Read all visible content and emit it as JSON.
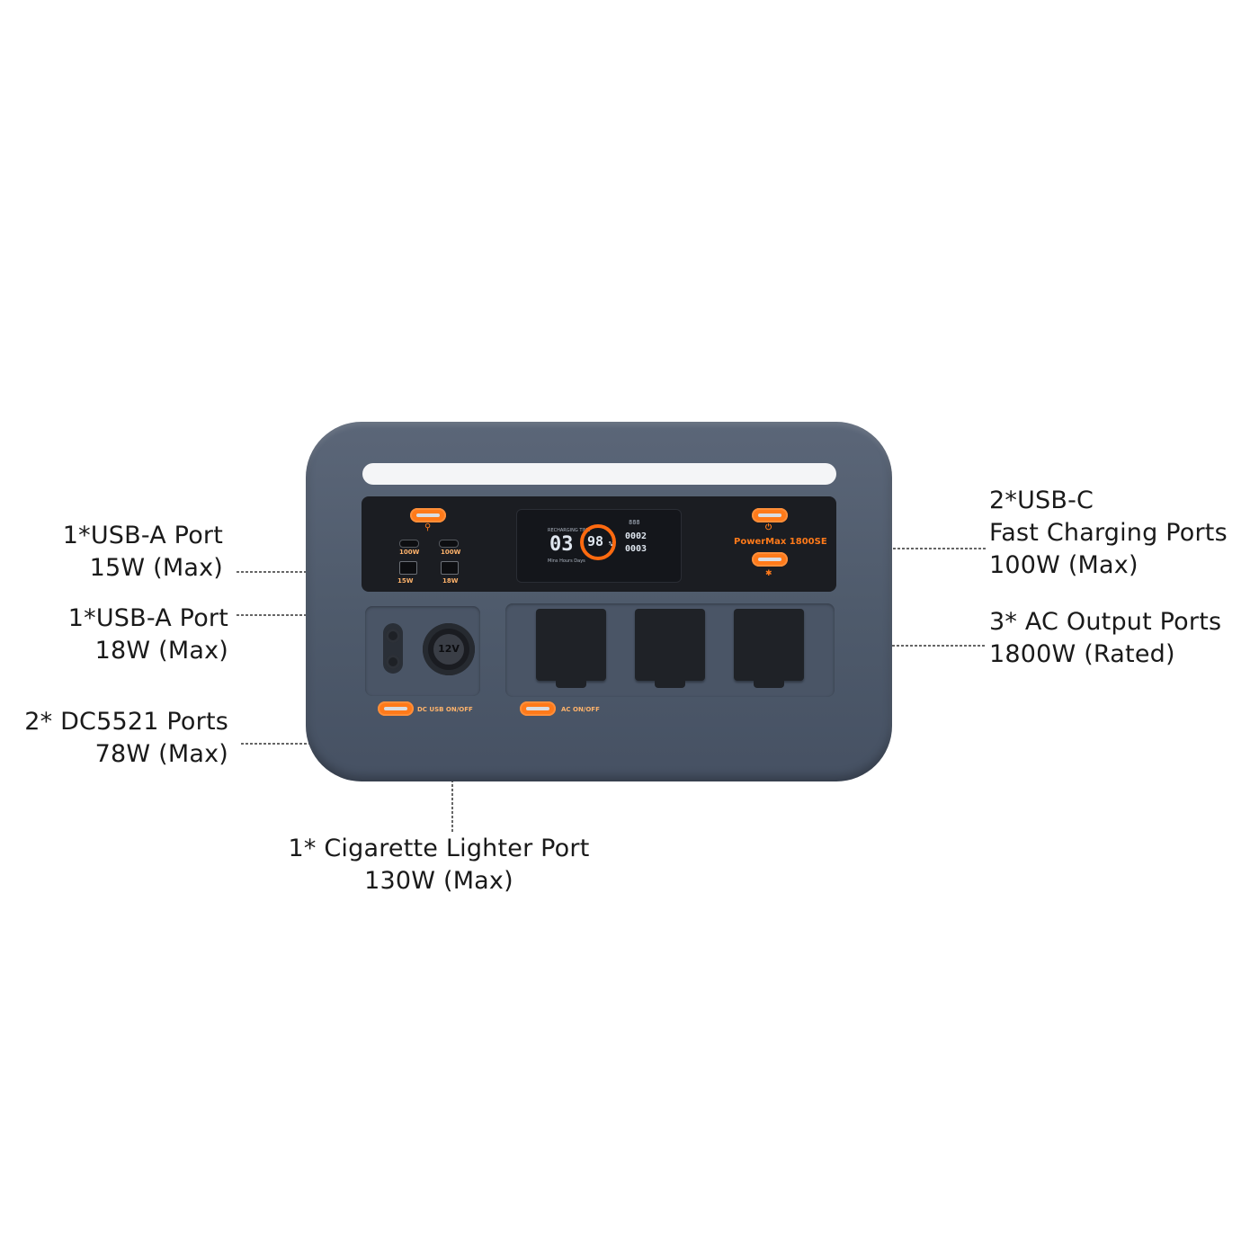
{
  "callouts": {
    "usb_a_15": {
      "line1": "1*USB-A Port",
      "line2": "15W (Max)"
    },
    "usb_a_18": {
      "line1": "1*USB-A Port",
      "line2": "18W (Max)"
    },
    "dc5521": {
      "line1": "2* DC5521 Ports",
      "line2": "78W (Max)"
    },
    "cigarette": {
      "line1": "1* Cigarette Lighter Port",
      "line2": "130W (Max)"
    },
    "usb_c": {
      "line1": "2*USB-C",
      "line2": "Fast Charging Ports",
      "line3": "100W (Max)"
    },
    "ac": {
      "line1": "3* AC Output Ports",
      "line2": "1800W (Rated)"
    }
  },
  "device": {
    "brand_label": "PowerMax 1800SE",
    "usbc_left_label": "100W",
    "usbc_right_label": "100W",
    "usba_left_label": "15W",
    "usba_right_label": "18W",
    "dc_usb_switch_label": "DC USB ON/OFF",
    "ac_switch_label": "AC ON/OFF",
    "cig_label": "12V",
    "lcd": {
      "header": "RECHARGING TIME",
      "time_value": "03",
      "battery_percent": "98",
      "percent_sign": "%",
      "input_value": "0002",
      "output_value": "0003",
      "units": "Mins Hours Days",
      "top_right": "888"
    }
  },
  "colors": {
    "accent": "#ff7a1a",
    "body": "#525e70",
    "panel": "#1b1d22"
  }
}
